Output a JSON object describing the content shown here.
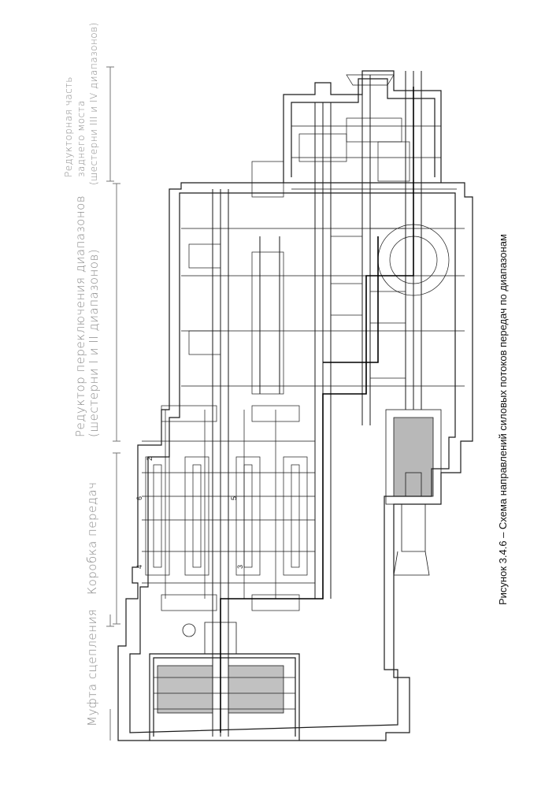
{
  "sections": {
    "clutch": "Муфта сцепления",
    "gearbox": "Коробка передач",
    "range_reducer_line1": "Редуктор переключения диапазонов",
    "range_reducer_line2": "(шестерни I и II диапазонов)",
    "rear_axle_line1": "Редукторная часть",
    "rear_axle_line2": "заднего моста",
    "rear_axle_line3": "(шестерни III и IV диапазонов)"
  },
  "callouts": [
    "2",
    "6",
    "5",
    "4",
    "3"
  ],
  "caption": "Рисунок 3.4.6 – Схема направлений силовых потоков передач по диапазонам"
}
